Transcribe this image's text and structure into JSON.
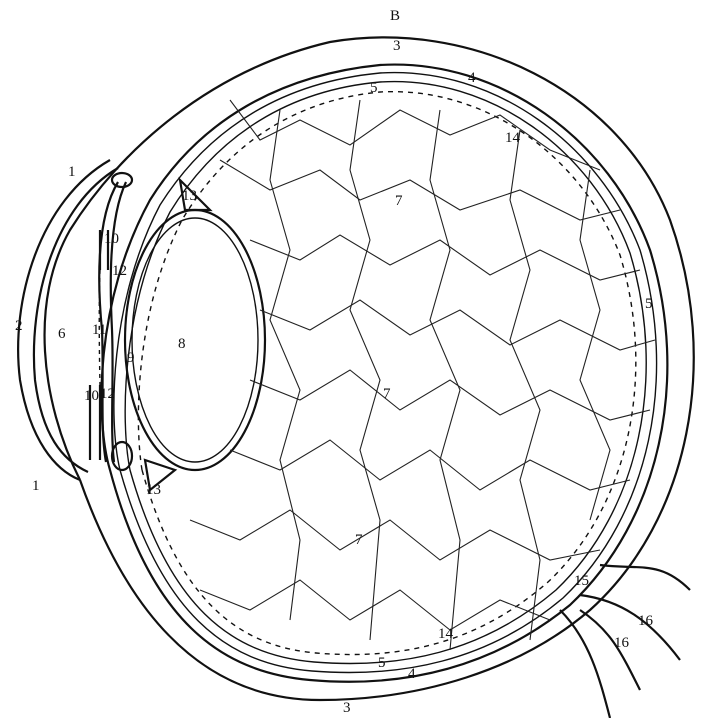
{
  "figure": {
    "top_label": "B",
    "labels": {
      "l1a": "1",
      "l1b": "1",
      "l2": "2",
      "l3top": "3",
      "l3bottom": "3",
      "l4a": "4",
      "l4b": "4",
      "l5a": "5",
      "l5b": "5",
      "l5c": "5",
      "l6": "6",
      "l7a": "7",
      "l7b": "7",
      "l7c": "7",
      "l8": "8",
      "l9": "9",
      "l10a": "10",
      "l10b": "10",
      "l11": "11",
      "l12a": "12",
      "l12b": "12",
      "l13a": "13",
      "l13b": "13",
      "l14a": "14",
      "l14b": "14",
      "l15": "15",
      "l16a": "16",
      "l16b": "16"
    }
  }
}
